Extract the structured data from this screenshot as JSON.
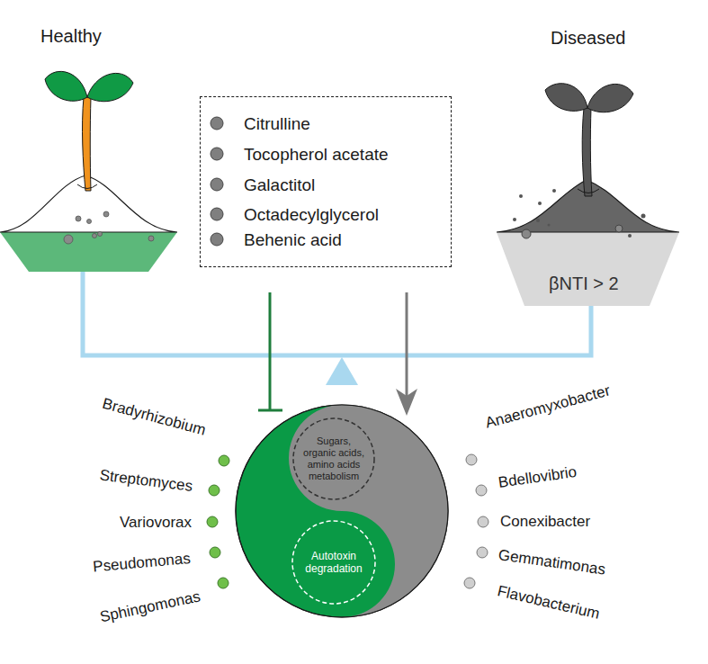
{
  "diagram": {
    "nodes": [
      {
        "text": [
          "Citrulline",
          "Tocopherol acetate",
          "Galactitol",
          "Octadecylglycerol",
          "Behenic acid"
        ]
      },
      {
        "text": [
          "Sugars, organic acids, amino acids metabolism"
        ]
      },
      {
        "text": [
          "Autotoxin degradation"
        ]
      }
    ],
    "labels": [
      "Healthy",
      "Diseased",
      "βNTI > 2",
      "Bradyrhizobium",
      "Streptomyces",
      "Variovorax",
      "Pseudomonas",
      "Sphingomonas",
      "Anaeromyxobacter",
      "Bdellovibrio",
      "Conexibacter",
      "Gemmatimonas",
      "Flavobacterium"
    ]
  }
}
